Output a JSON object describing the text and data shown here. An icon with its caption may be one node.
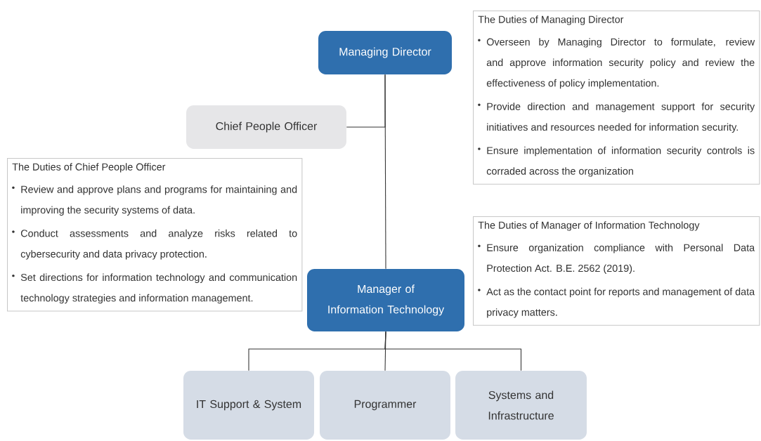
{
  "diagram": {
    "nodes": [
      {
        "text": [
          "Managing Director"
        ]
      },
      {
        "text": [
          "The Duties of Managing Director",
          "Overseen by Managing Director to formulate, review and approve information security policy and review the effectiveness of policy implementation.",
          "Provide direction and management support for security initiatives and resources needed for information security.",
          "Ensure implementation of information security controls is corraded across the organization"
        ]
      },
      {
        "text": [
          "Chief People Officer"
        ]
      },
      {
        "text": [
          "The Duties of Chief People Officer",
          "Review and approve plans and programs for maintaining and improving the security systems of data.",
          "Conduct assessments and analyze risks related to cybersecurity and data privacy protection.",
          "Set directions for information technology and communication technology strategies and information management."
        ]
      },
      {
        "text": [
          "The Duties of Manager of Information Technology",
          "Ensure organization compliance with Personal Data Protection Act. B.E. 2562 (2019).",
          "Act as the contact point for reports and management of data privacy matters."
        ]
      },
      {
        "text": [
          "Manager of Information Technology"
        ]
      },
      {
        "text": [
          "IT Support & System"
        ]
      },
      {
        "text": [
          "Programmer"
        ]
      },
      {
        "text": [
          "Systems and Infrastructure"
        ]
      }
    ],
    "edges": [
      {
        "from": 0,
        "to": 2,
        "arrow": "none"
      },
      {
        "from": 0,
        "to": 5,
        "arrow": "none"
      },
      {
        "from": 5,
        "to": 6,
        "arrow": "none"
      },
      {
        "from": 5,
        "to": 7,
        "arrow": "none"
      },
      {
        "from": 5,
        "to": 8,
        "arrow": "none"
      }
    ]
  }
}
